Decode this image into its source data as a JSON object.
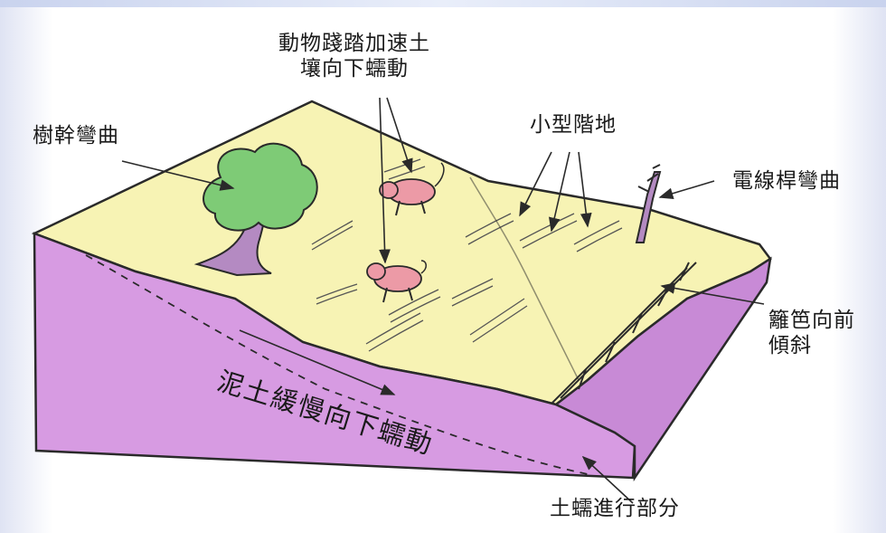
{
  "labels": {
    "animals": [
      "動物踐踏加速土",
      "壤向下蠕動"
    ],
    "tree": "樹幹彎曲",
    "terraces": "小型階地",
    "pole": "電線桿彎曲",
    "fence": [
      "籬笆向前",
      "傾斜"
    ],
    "soil_flow": "泥土緩慢向下蠕動",
    "creep_zone": "土蠕進行部分"
  },
  "colors": {
    "ground_surface": "#f7f3b4",
    "soil_section": "#d79be2",
    "soil_dark": "#b97cc7",
    "tree_canopy": "#7ecb76",
    "tree_trunk": "#b48ac2",
    "animal": "#ec9aa6",
    "outline": "#2a2a2a"
  }
}
